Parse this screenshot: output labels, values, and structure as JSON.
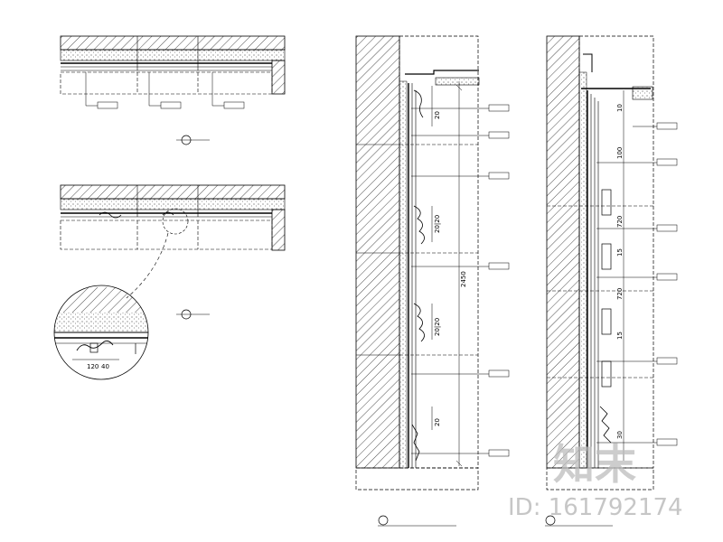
{
  "drawing": {
    "plan_sections": [
      {
        "id": "plan-top"
      },
      {
        "id": "plan-bottom"
      }
    ],
    "elevation_left": {
      "dimensions": [
        "20",
        "20|20",
        "2450",
        "20|20",
        "20"
      ]
    },
    "elevation_right": {
      "dimensions": [
        "10",
        "100",
        "720",
        "15",
        "720",
        "15",
        "30"
      ]
    },
    "detail": {
      "dimensions": [
        "120",
        "40"
      ]
    }
  },
  "watermark": {
    "logo_text": "知末",
    "id_text": "ID: 161792174"
  },
  "colors": {
    "line": "#000000",
    "watermark": "#bdbdbd"
  }
}
